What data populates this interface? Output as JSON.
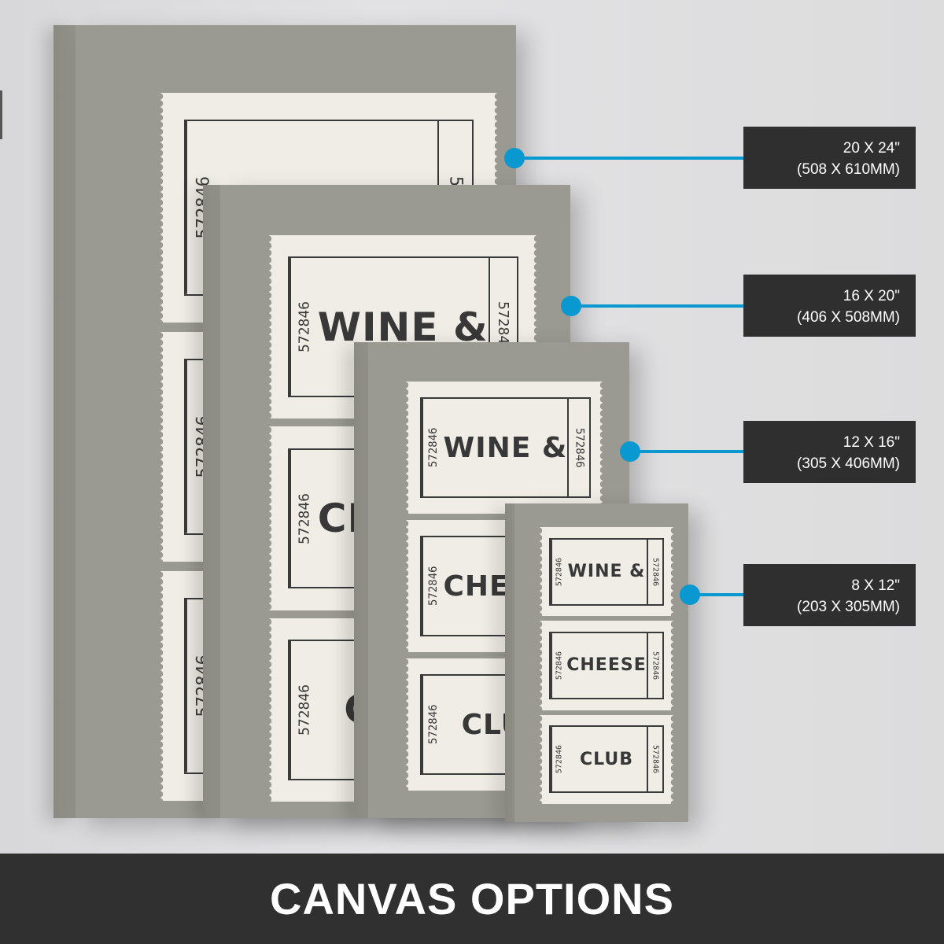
{
  "artwork": {
    "ticket_number": "572846",
    "lines": [
      "WINE &",
      "CHEESE",
      "CLUB"
    ]
  },
  "colors": {
    "accent": "#0a98d0",
    "label_bg": "#2f2f2f",
    "canvas_gray": "#9b9a92",
    "ticket_cream": "#f0ece6",
    "ink": "#383838",
    "wall": "#dcdcdd",
    "footer_bg": "#303030"
  },
  "sizes": [
    {
      "inches": "20 X 24\"",
      "mm": "(508 X 610MM)"
    },
    {
      "inches": "16 X 20\"",
      "mm": "(406 X 508MM)"
    },
    {
      "inches": "12 X 16\"",
      "mm": "(305 X 406MM)"
    },
    {
      "inches": "8 X 12\"",
      "mm": "(203 X 305MM)"
    }
  ],
  "footer": {
    "title": "CANVAS OPTIONS"
  }
}
